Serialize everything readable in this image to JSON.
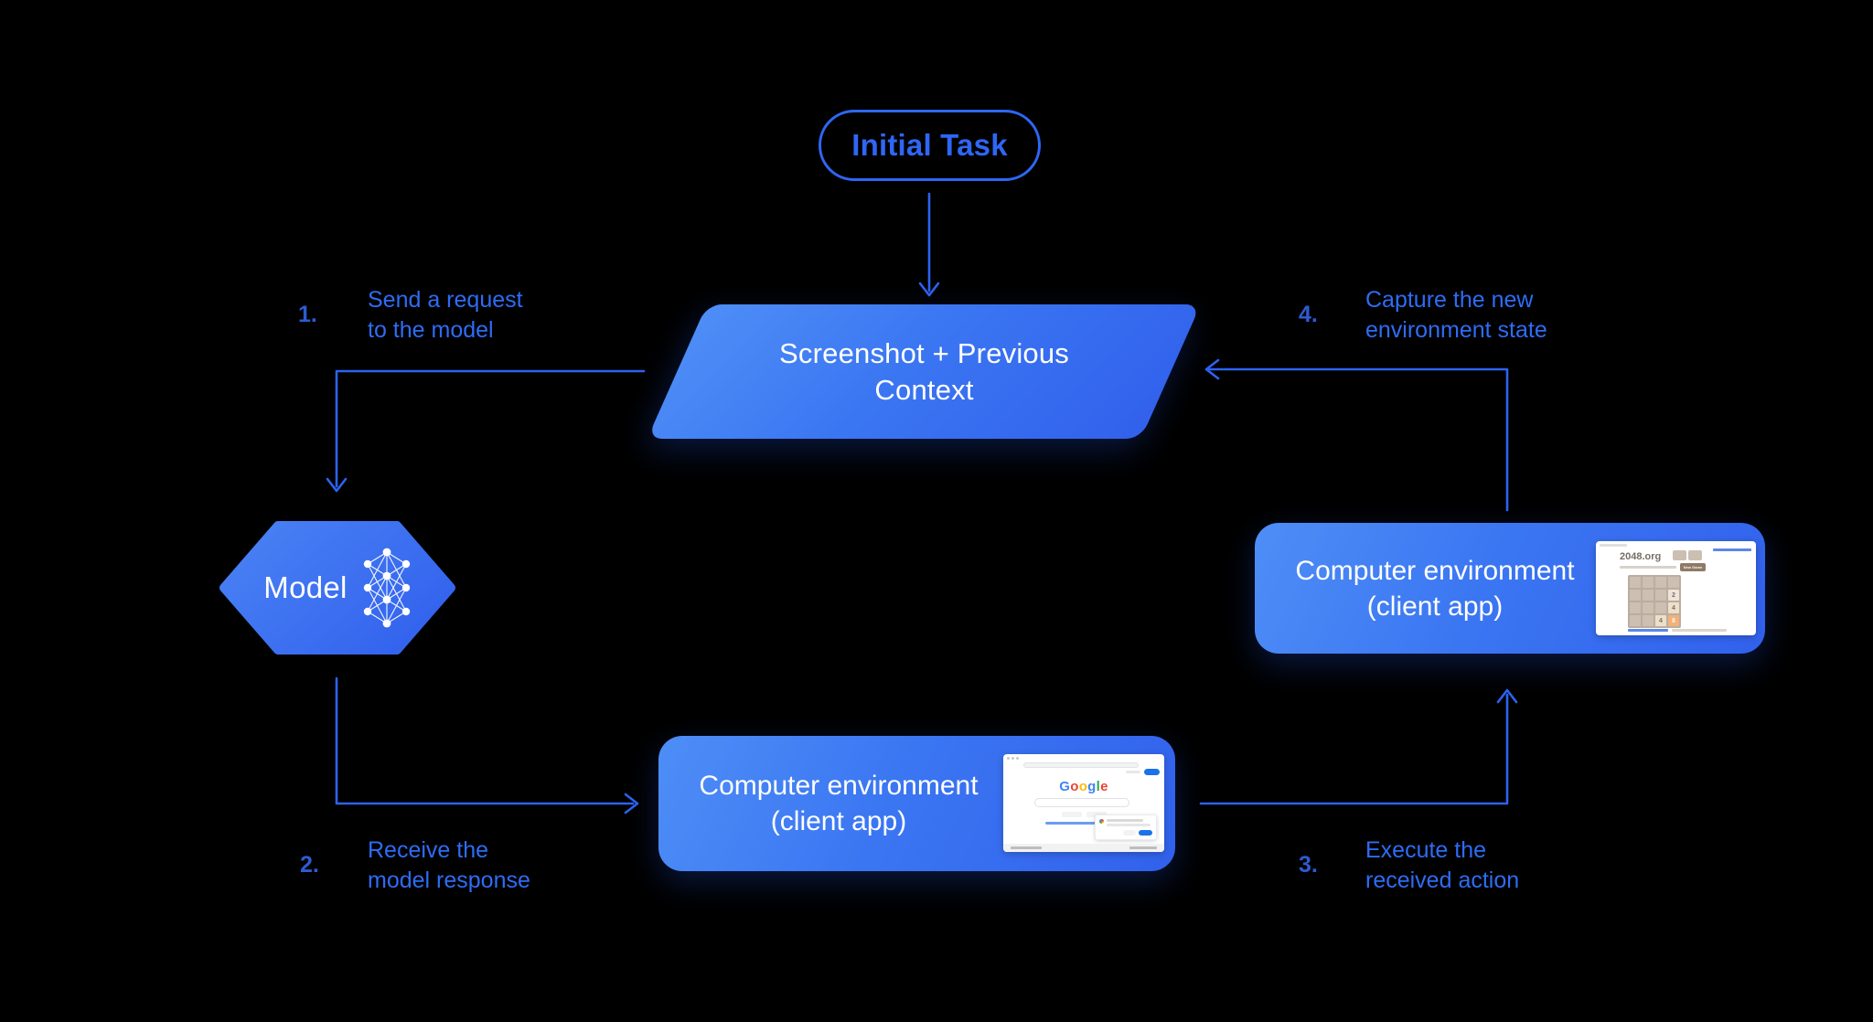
{
  "colors": {
    "bg": "#000000",
    "line": "#2c63f0",
    "label": "#2e6cf5",
    "number": "#2d5bd1",
    "pill": "#2e66f5",
    "grad-a": "#4e8ef6",
    "grad-b": "#3b76f2",
    "grad-c": "#3161ec",
    "node-text": "#ffffff"
  },
  "nodes": {
    "initial_task": {
      "label": "Initial Task"
    },
    "context": {
      "line1": "Screenshot + Previous",
      "line2": "Context"
    },
    "model": {
      "label": "Model"
    },
    "env_bottom": {
      "line1": "Computer environment",
      "line2": "(client app)"
    },
    "env_right": {
      "line1": "Computer environment",
      "line2": "(client app)"
    }
  },
  "steps": [
    {
      "number": "1.",
      "line1": "Send a request",
      "line2": "to the model"
    },
    {
      "number": "2.",
      "line1": "Receive the",
      "line2": "model response"
    },
    {
      "number": "3.",
      "line1": "Execute the",
      "line2": "received action"
    },
    {
      "number": "4.",
      "line1": "Capture the new",
      "line2": "environment state"
    }
  ],
  "thumbnails": {
    "google": {
      "logo_letters": [
        {
          "ch": "G",
          "color": "#4285F4"
        },
        {
          "ch": "o",
          "color": "#EA4335"
        },
        {
          "ch": "o",
          "color": "#FBBC05"
        },
        {
          "ch": "g",
          "color": "#4285F4"
        },
        {
          "ch": "l",
          "color": "#34A853"
        },
        {
          "ch": "e",
          "color": "#EA4335"
        }
      ]
    },
    "game2048": {
      "site": "2048.org",
      "new_game_label": "New Game",
      "grid": [
        "",
        "",
        "",
        "",
        "",
        "",
        "",
        "2",
        "",
        "",
        "",
        "4",
        "",
        "",
        "4",
        "8"
      ],
      "tile_colors": {
        "2": "#eee4da",
        "4": "#ede0c8",
        "8": "#f2b179"
      }
    }
  }
}
